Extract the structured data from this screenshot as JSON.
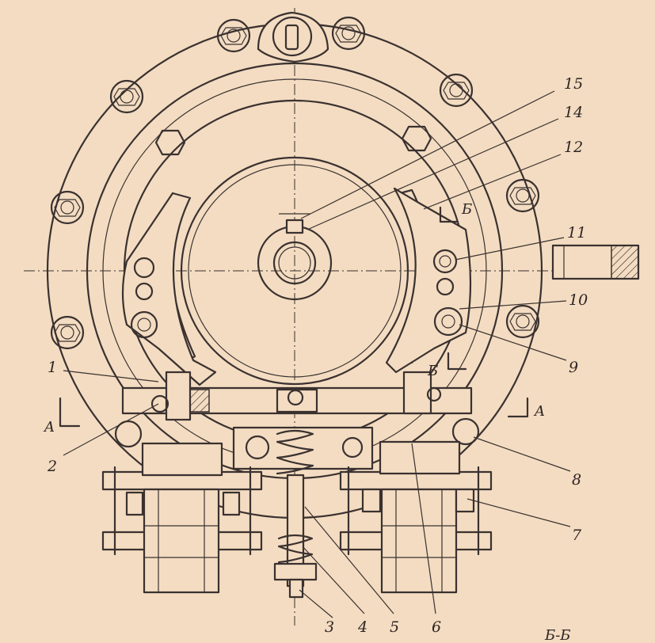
{
  "labels": {
    "l1": "1",
    "l2": "2",
    "l3": "3",
    "l4": "4",
    "l5": "5",
    "l6": "6",
    "l7": "7",
    "l8": "8",
    "l9": "9",
    "l10": "10",
    "l11": "11",
    "l12": "12",
    "l14": "14",
    "l15": "15"
  },
  "section_marks": {
    "a_left": "A",
    "a_right": "A",
    "b_top": "Б",
    "b_bottom": "Б",
    "view_title": "Б-Б"
  },
  "colors": {
    "paper": "#f3dcc1",
    "ink": "#3a3130"
  }
}
